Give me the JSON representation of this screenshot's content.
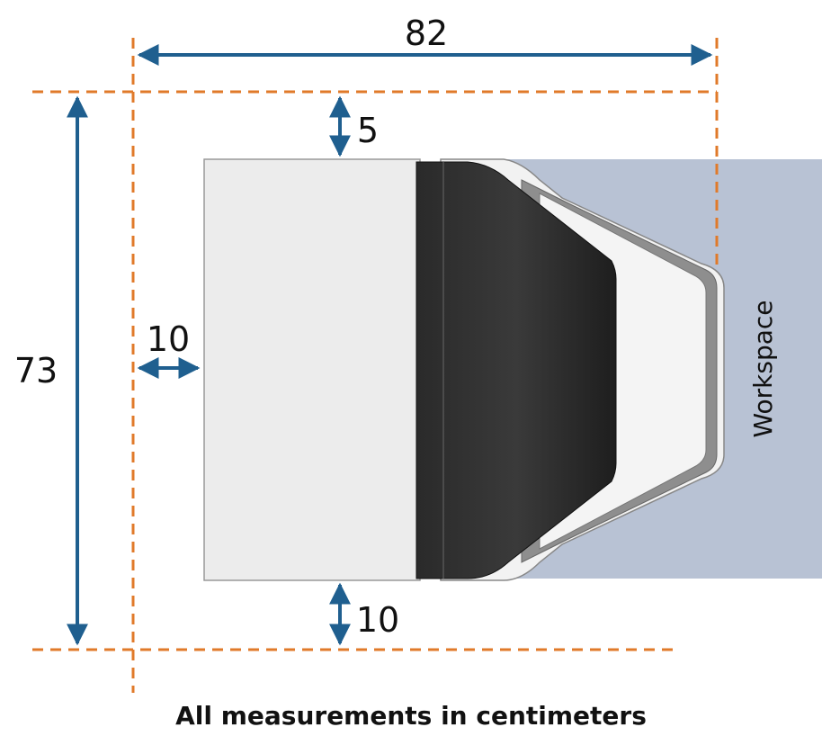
{
  "dimensions": {
    "width_label": "82",
    "height_label": "73",
    "top_gap_label": "5",
    "side_gap_label": "10",
    "bottom_gap_label": "10"
  },
  "workspace_label": "Workspace",
  "caption": "All measurements in centimeters",
  "colors": {
    "guide": "#e07a2a",
    "arrow": "#1f5f8f",
    "workspace": "#b8c2d4",
    "tray": "#ececec",
    "dark": "#242424"
  }
}
